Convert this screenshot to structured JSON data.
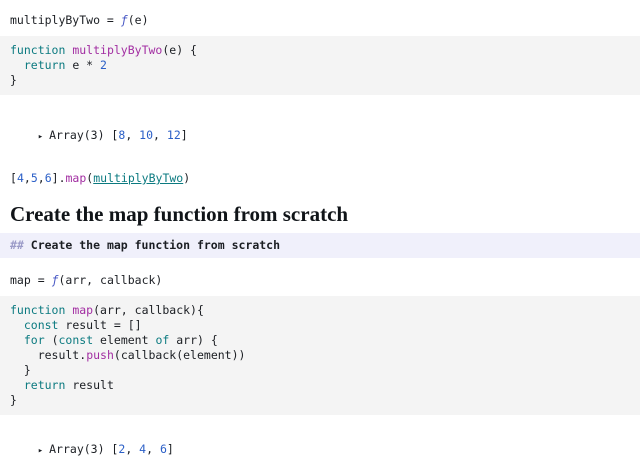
{
  "colors": {
    "text": "#1b1e23",
    "keyword": "#0b7a80",
    "def": "#a22ea2",
    "number": "#2b5fc7",
    "fn": "#4757c4",
    "property": "#a22ea2",
    "link": "#0b7a80",
    "md-mark": "#9b9bc8",
    "code-bg": "#f4f4f4",
    "md-bg": "#f0f0fb"
  },
  "cells": {
    "out_multiplyByTwo": {
      "tokens": [
        [
          "multiplyByTwo = ",
          "plain"
        ],
        [
          "ƒ",
          "fn"
        ],
        [
          "(e)",
          "plain"
        ]
      ]
    },
    "code_multiplyByTwo": {
      "lines": [
        [
          [
            "function",
            "kw"
          ],
          [
            " ",
            "plain"
          ],
          [
            "multiplyByTwo",
            "def"
          ],
          [
            "(e) {",
            "plain"
          ]
        ],
        [
          [
            "  ",
            "plain"
          ],
          [
            "return",
            "kw"
          ],
          [
            " e * ",
            "plain"
          ],
          [
            "2",
            "num"
          ]
        ],
        [
          [
            "}",
            "plain"
          ]
        ]
      ]
    },
    "out_array1": {
      "caret": "▸",
      "tokens": [
        [
          "Array(3) [",
          "plain"
        ],
        [
          "8",
          "num"
        ],
        [
          ", ",
          "plain"
        ],
        [
          "10",
          "num"
        ],
        [
          ", ",
          "plain"
        ],
        [
          "12",
          "num"
        ],
        [
          "]",
          "plain"
        ]
      ]
    },
    "expr_map_call": {
      "tokens": [
        [
          "[",
          "plain"
        ],
        [
          "4",
          "num"
        ],
        [
          ",",
          "plain"
        ],
        [
          "5",
          "num"
        ],
        [
          ",",
          "plain"
        ],
        [
          "6",
          "num"
        ],
        [
          "]",
          "plain"
        ],
        [
          ".",
          "plain"
        ],
        [
          "map",
          "prop"
        ],
        [
          "(",
          "plain"
        ],
        [
          "multiplyByTwo",
          "link"
        ],
        [
          ")",
          "plain"
        ]
      ]
    },
    "heading": {
      "text": "Create the map function from scratch"
    },
    "markdown_source": {
      "tokens": [
        [
          "## ",
          "md-mark"
        ],
        [
          "Create the map function from scratch",
          "md-bold"
        ]
      ]
    },
    "out_map": {
      "tokens": [
        [
          "map = ",
          "plain"
        ],
        [
          "ƒ",
          "fn"
        ],
        [
          "(arr, callback)",
          "plain"
        ]
      ]
    },
    "code_map": {
      "lines": [
        [
          [
            "function",
            "kw"
          ],
          [
            " ",
            "plain"
          ],
          [
            "map",
            "def"
          ],
          [
            "(arr, callback){",
            "plain"
          ]
        ],
        [
          [
            "  ",
            "plain"
          ],
          [
            "const",
            "kw"
          ],
          [
            " result = []",
            "plain"
          ]
        ],
        [
          [
            "  ",
            "plain"
          ],
          [
            "for",
            "kw"
          ],
          [
            " (",
            "plain"
          ],
          [
            "const",
            "kw"
          ],
          [
            " element ",
            "plain"
          ],
          [
            "of",
            "kw"
          ],
          [
            " arr) {",
            "plain"
          ]
        ],
        [
          [
            "    result",
            "plain"
          ],
          [
            ".",
            "plain"
          ],
          [
            "push",
            "prop"
          ],
          [
            "(callback(element))",
            "plain"
          ]
        ],
        [
          [
            "  }",
            "plain"
          ]
        ],
        [
          [
            "  ",
            "plain"
          ],
          [
            "return",
            "kw"
          ],
          [
            " result",
            "plain"
          ]
        ],
        [
          [
            "}",
            "plain"
          ]
        ]
      ]
    },
    "out_array2": {
      "caret": "▸",
      "tokens": [
        [
          "Array(3) [",
          "plain"
        ],
        [
          "2",
          "num"
        ],
        [
          ", ",
          "plain"
        ],
        [
          "4",
          "num"
        ],
        [
          ", ",
          "plain"
        ],
        [
          "6",
          "num"
        ],
        [
          "]",
          "plain"
        ]
      ]
    }
  }
}
